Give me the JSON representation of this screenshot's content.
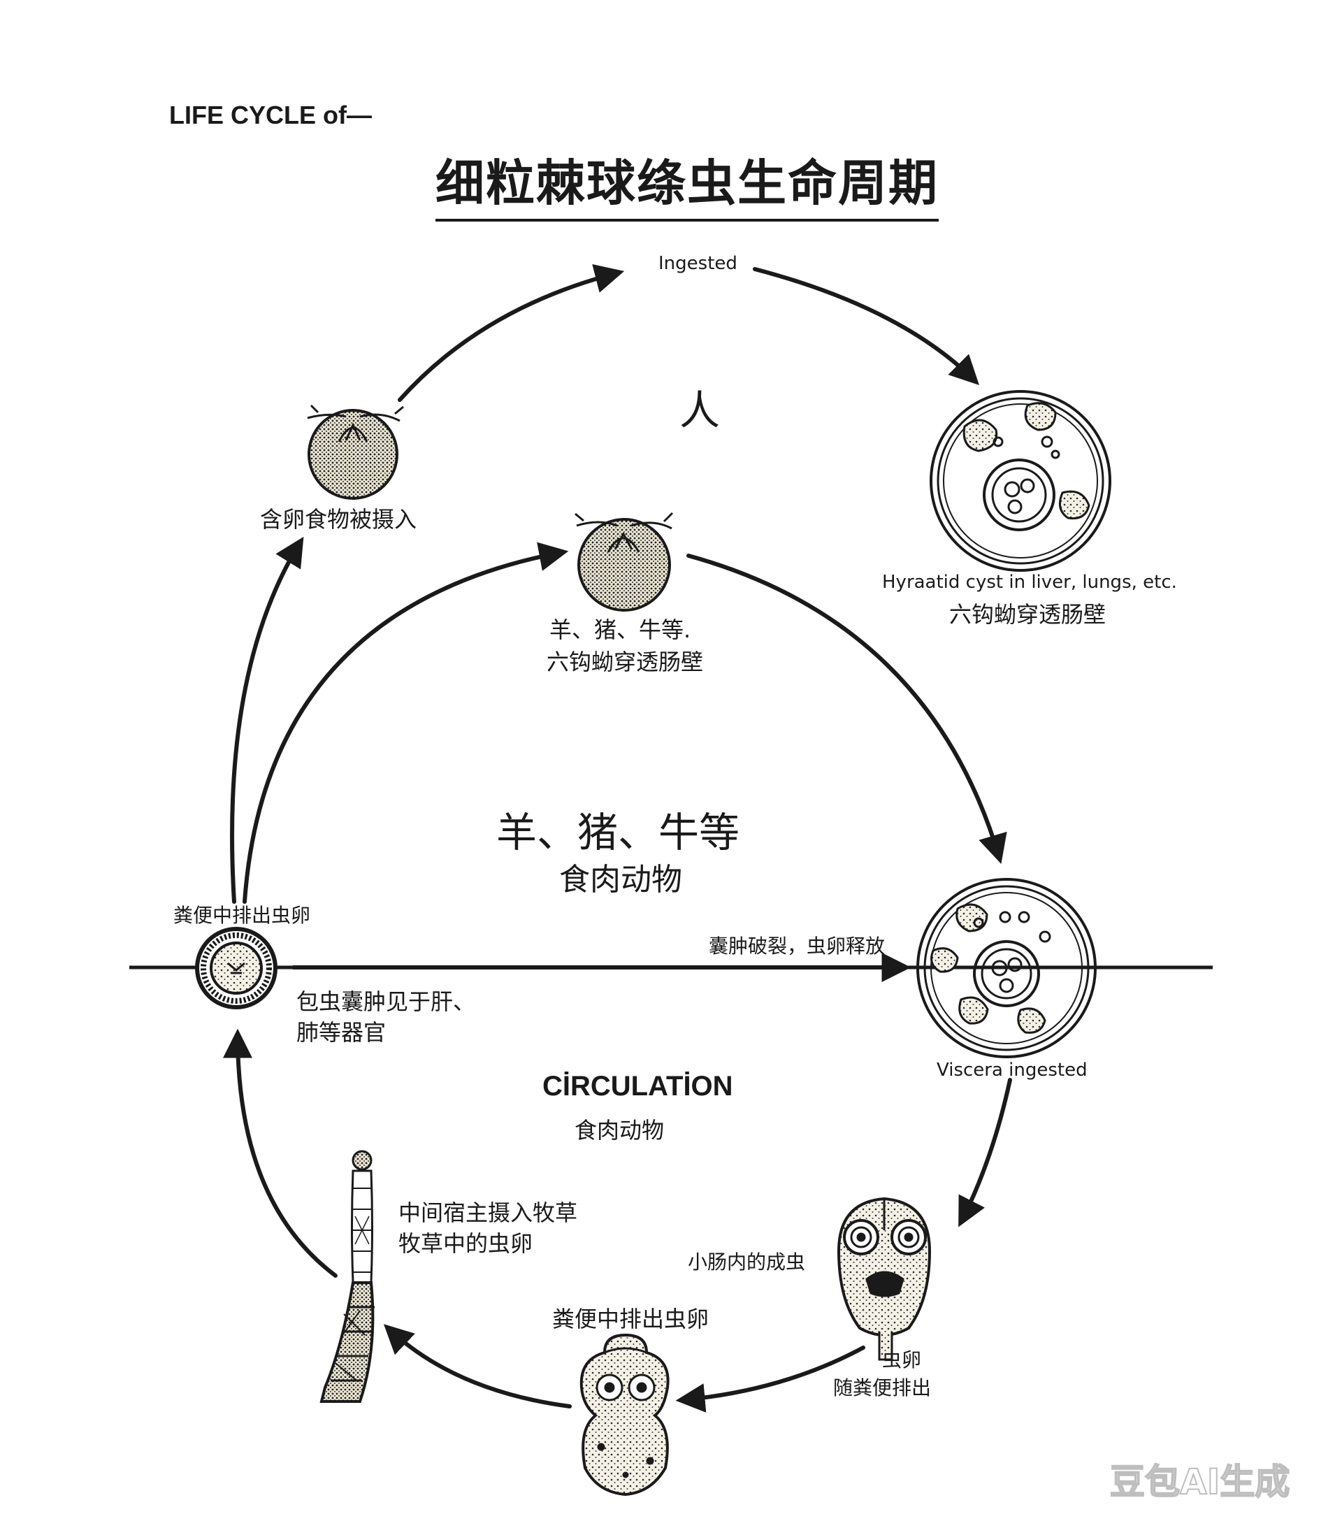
{
  "header": {
    "heading": "LIFE CYCLE of—",
    "title": "细粒棘球绦虫生命周期"
  },
  "labels": {
    "ingested": "Ingested",
    "human": "人",
    "ingested_food": "含卵食物被摄入",
    "cyst_en": "Hyraatid cyst in liver, lungs, etc.",
    "cyst_cn": "六钩蚴穿透肠壁",
    "host_line1": "羊、猪、牛等.",
    "host_line2": "六钩蚴穿透肠壁",
    "center_big": "羊、猪、牛等",
    "center_sub": "食肉动物",
    "egg_passed_left": "粪便中排出虫卵",
    "cyst_rupture": "囊肿破裂，虫卵释放",
    "hydatid_line1": "包虫囊肿见于肝、",
    "hydatid_line2": "肺等器官",
    "viscera": "Viscera ingested",
    "circulation": "CİRCULATİON",
    "circulation_sub": "食肉动物",
    "intermediate_line1": "中间宿主摄入牧草",
    "intermediate_line2": "牧草中的虫卵",
    "adult_worm": "小肠内的成虫",
    "egg_passed_bottom": "粪便中排出虫卵",
    "egg_out_line1": "虫卵",
    "egg_out_line2": "随粪便排出",
    "watermark": "豆包AI生成"
  },
  "icons": [
    "egg-icon",
    "hydatid-cyst-icon",
    "oncosphere-icon",
    "adult-scolex-icon",
    "proglottid-icon",
    "tapeworm-icon"
  ],
  "colors": {
    "ink": "#1a1a1a",
    "paper": "#ffffff"
  }
}
